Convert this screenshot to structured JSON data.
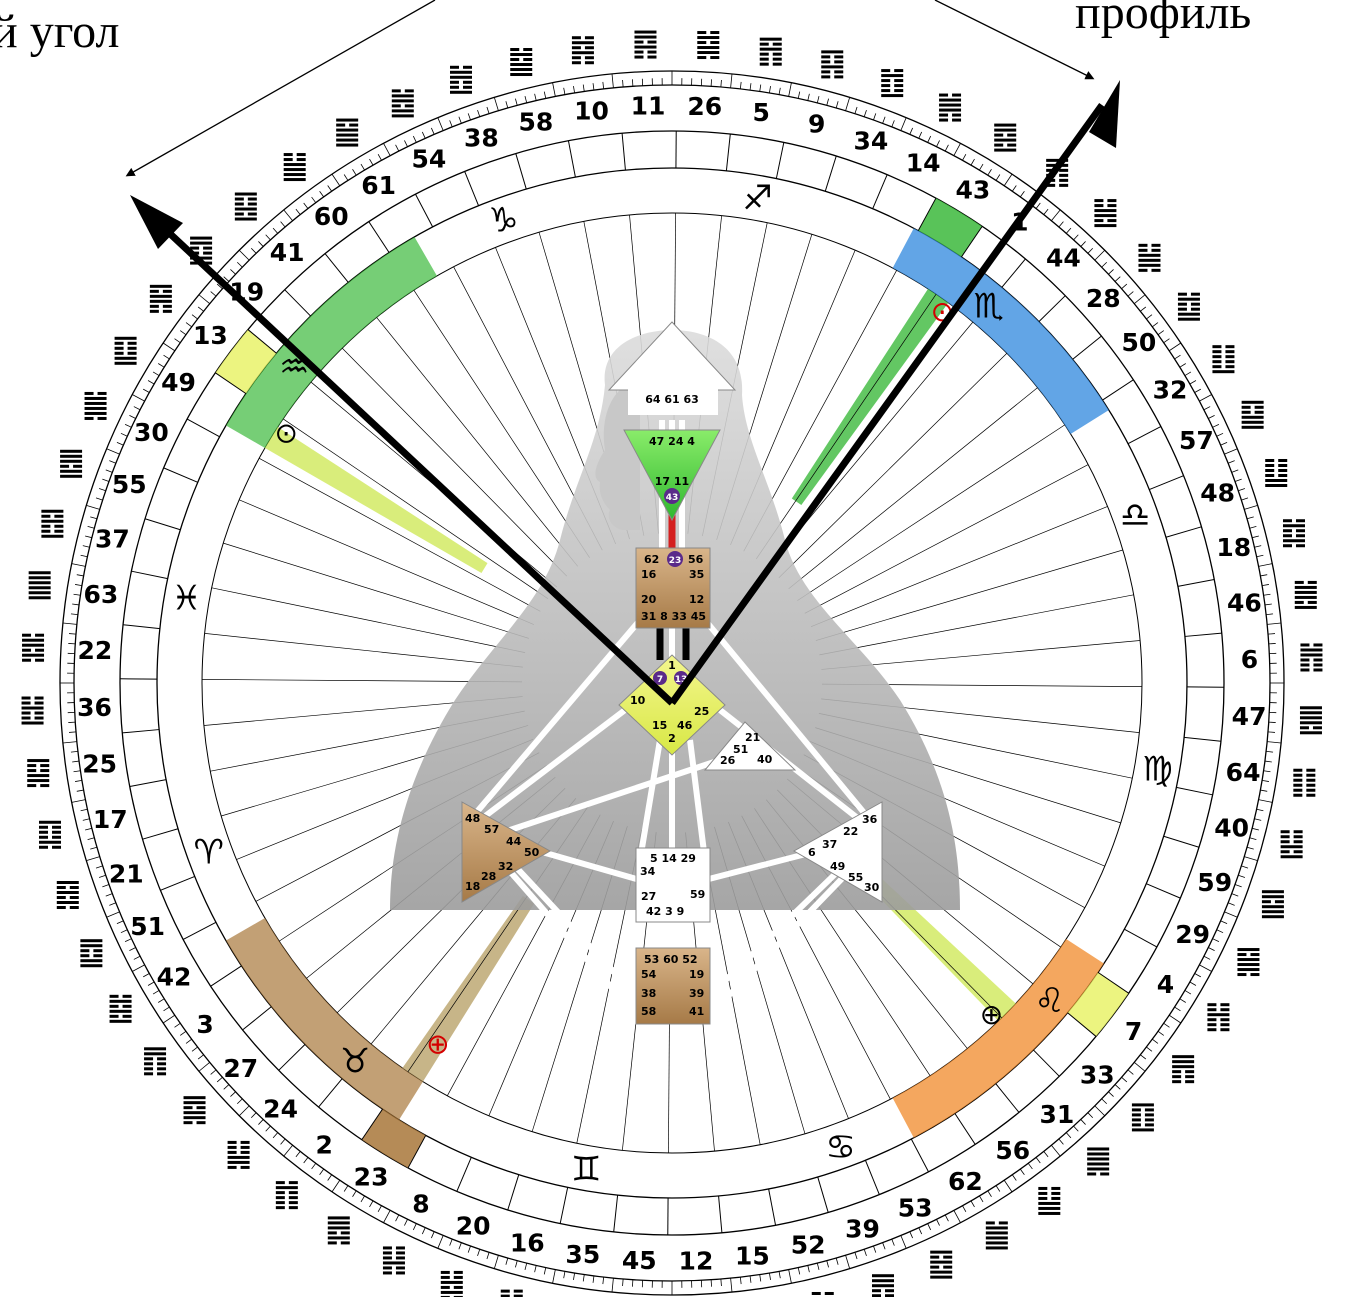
{
  "labels": {
    "left": "й угол",
    "right": "профиль"
  },
  "outer_gates": [
    10,
    11,
    26,
    5,
    9,
    34,
    14,
    43,
    1,
    44,
    28,
    50,
    32,
    57,
    48,
    18,
    46,
    6,
    47,
    64,
    40,
    59,
    29,
    4,
    7,
    33,
    31,
    56,
    62,
    53,
    39,
    52,
    15,
    12,
    45,
    35,
    16,
    20,
    8,
    23,
    2,
    24,
    27,
    3,
    42,
    51,
    21,
    17,
    25,
    36,
    22,
    63,
    37,
    55,
    30,
    49,
    13,
    19,
    41,
    60,
    61,
    54,
    38,
    58
  ],
  "zodiac_signs": [
    "♑",
    "♐",
    "♏",
    "♎",
    "♍",
    "♌",
    "♋",
    "♊",
    "♉",
    "♈",
    "♓",
    "♒"
  ],
  "planet_markers": [
    {
      "symbol": "⊙",
      "color": "#000000"
    },
    {
      "symbol": "⊙",
      "color": "#d40000"
    },
    {
      "symbol": "⊕",
      "color": "#000000"
    },
    {
      "symbol": "⊕",
      "color": "#d40000"
    }
  ],
  "highlight_colors": {
    "green": "#3cb93c",
    "yellow_green": "#cfe85a",
    "blue": "#3b8fe0",
    "orange": "#f08a2a",
    "brown": "#a8773a",
    "light_yellow": "#e9f26a"
  },
  "bodygraph": {
    "head": {
      "gates": "64 61 63"
    },
    "ajna": {
      "gates_top": "47 24 4",
      "gates_mid": "17 11",
      "active": "43"
    },
    "throat": {
      "row1": "62",
      "active": "23",
      "row1b": "56",
      "row2a": "16",
      "row2b": "35",
      "row3a": "20",
      "row3b": "12",
      "row4": "31 8 33 45"
    },
    "g_center": {
      "top": "1",
      "active_a": "7",
      "active_b": "13",
      "left": "10",
      "right": "25",
      "bottom": "15",
      "bottom2": "46",
      "low": "2"
    },
    "ego": {
      "a": "21",
      "b": "51",
      "c": "26",
      "d": "40"
    },
    "spleen": {
      "a": "48",
      "b": "57",
      "c": "44",
      "d": "50",
      "e": "32",
      "f": "28",
      "g": "18"
    },
    "solar": {
      "a": "36",
      "b": "22",
      "c": "37",
      "d": "6",
      "e": "49",
      "f": "55",
      "g": "30"
    },
    "sacral": {
      "top": "5 14 29",
      "left": "34",
      "mid_l": "27",
      "mid_r": "59",
      "bottom": "42 3 9"
    },
    "root": {
      "top": "53 60 52",
      "l1": "54",
      "r1": "19",
      "l2": "38",
      "r2": "39",
      "l3": "58",
      "r3": "41"
    }
  }
}
